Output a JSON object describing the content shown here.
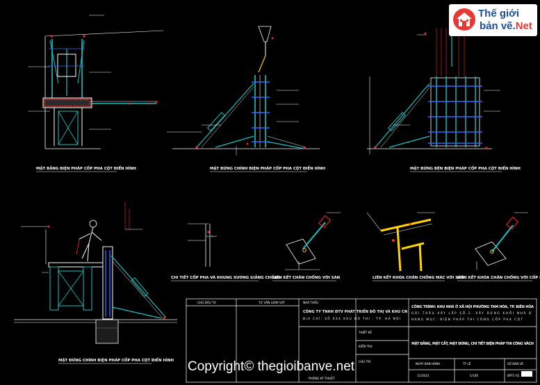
{
  "logo": {
    "line1": "Thế giới",
    "line2_main": "bản vẽ.",
    "line2_accent": "Net",
    "colors": {
      "brand_blue": "#1b4f9c",
      "brand_red": "#e53935"
    }
  },
  "copyright": "Copyright© thegioibanve.net",
  "drawing": {
    "background": "#000000",
    "line_colors": {
      "frame": "#ffffff",
      "steel": "#19c3c3",
      "marker": "#ff2a2a",
      "accent": "#ffd400",
      "dim": "#2e6bff"
    },
    "captions": {
      "top_left": "MẶT BẰNG BIỆN PHÁP CỐP PHA CỘT ĐIỂN HÌNH",
      "top_center": "MẶT ĐỨNG CHÍNH BIỆN PHÁP CỐP PHA CỘT ĐIỂN HÌNH",
      "top_right": "MẶT ĐỨNG BÊN BIỆN PHÁP CỐP PHA CỘT ĐIỂN HÌNH",
      "detail_1": "CHI TIẾT CỐP PHA VÀ KHUNG XƯƠNG GIẰNG CHỐNG",
      "detail_2": "LIÊN KẾT CHÂN CHỐNG VỚI SÀN",
      "detail_3": "LIÊN KẾT KHÓA CHÂN CHỐNG MÁC VỚI SÀN",
      "detail_4": "LIÊN KẾT KHÓA CHÂN CHỐNG VỚI CỐP PHA",
      "bottom_left": "MẶT ĐỨNG CHÍNH BIỆN PHÁP CỐP PHA CỘT ĐIỂN HÌNH"
    }
  },
  "title_block": {
    "col1_header": "CHỦ ĐẦU TƯ",
    "col2_header": "TƯ VẤN GIÁM SÁT",
    "contractor_label": "NHÀ THẦU",
    "contractor_name": "CÔNG TY TNHH ĐTV PHÁT TRIỂN ĐÔ THỊ VÀ KHU CN",
    "contractor_addr": "ĐỊA CHỈ: SỐ XXX KHU ĐÔ THỊ - TP. HÀ NỘI",
    "project_title": "CÔNG TRÌNH: KHU NHÀ Ở XÃ HỘI PHƯỜNG TAM HÒA, TP. BIÊN HÒA",
    "project_sub": "GÓI THẦU XÂY LẮP SỐ 2: XÂY DỰNG KHỐI NHÀ B",
    "project_sub2": "HẠNG MỤC: BIỆN PHÁP THI CÔNG CỐP PHA CỘT",
    "drawing_title": "MẶT BẰNG, MẶT CẮT, MẶT ĐỨNG, CHI TIẾT BIỆN PHÁP THI CÔNG VÁCH",
    "row_labels": [
      "THIẾT KẾ",
      "KIỂM TRA",
      "CHỦ TRÌ"
    ],
    "footer_labels": [
      "NGÀY BAN HÀNH",
      "TỶ LỆ",
      "SỐ BẢN VẼ"
    ],
    "footer_values": [
      "11/2023",
      "1/100",
      "BPTC-01"
    ],
    "footer_left": "PHÒNG KỸ THUẬT"
  }
}
